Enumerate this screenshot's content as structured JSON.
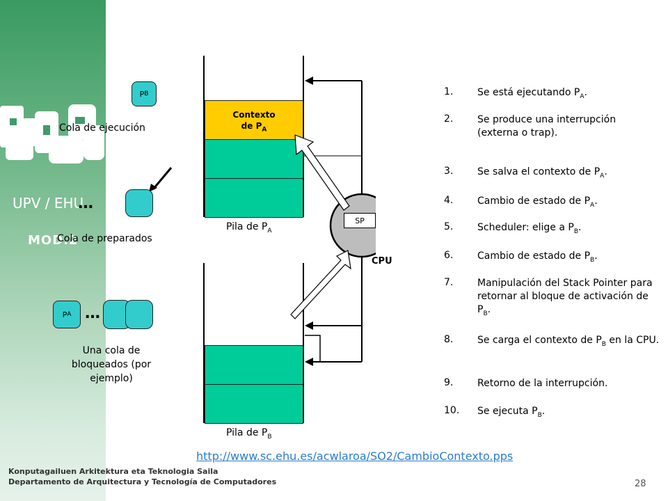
{
  "sidebar": {
    "logo_name": "UPV / EHU",
    "mod_label": "MOD.2"
  },
  "queues": {
    "run_queue_label": "Cola de ejecución",
    "ready_queue_label": "Cola de preparados",
    "blocked_queue_label": "Una cola de bloqueados (por ejemplo)",
    "ellipsis": "…",
    "pb_label": "P",
    "pb_sub": "B",
    "pa_label": "P",
    "pa_sub": "A"
  },
  "stacks": {
    "context_line1": "Contexto",
    "context_line2": "de P",
    "context_sub": "A",
    "stack_a_label": "Pila de P",
    "stack_a_sub": "A",
    "stack_b_label": "Pila de P",
    "stack_b_sub": "B",
    "sp_label": "SP",
    "cpu_label": "CPU"
  },
  "steps": [
    {
      "num": "1.",
      "text": "Se está ejecutando P",
      "sub": "A",
      "tail": "."
    },
    {
      "num": "2.",
      "text": "Se produce una interrupción (externa o trap).",
      "sub": "",
      "tail": ""
    },
    {
      "num": "3.",
      "text": "Se salva el contexto de P",
      "sub": "A",
      "tail": "."
    },
    {
      "num": "4.",
      "text": "Cambio de estado de P",
      "sub": "A",
      "tail": "."
    },
    {
      "num": "5.",
      "text": "Scheduler: elige a P",
      "sub": "B",
      "tail": "."
    },
    {
      "num": "6.",
      "text": "Cambio de estado de P",
      "sub": "B",
      "tail": "."
    },
    {
      "num": "7.",
      "text": "Manipulación del Stack Pointer para retornar al bloque de activación de P",
      "sub": "B",
      "tail": "."
    },
    {
      "num": "8.",
      "text": "Se carga el contexto de P",
      "sub": "B",
      "tail": " en la CPU."
    },
    {
      "num": "9.",
      "text": "Retorno de la interrupción.",
      "sub": "",
      "tail": ""
    },
    {
      "num": "10.",
      "text": "Se ejecuta P",
      "sub": "B",
      "tail": "."
    }
  ],
  "footer": {
    "url": "http://www.sc.ehu.es/acwlaroa/SO2/CambioContexto.pps",
    "line1": "Konputagailuen Arkitektura eta Teknologia Saila",
    "line2": "Departamento de Arquitectura y Tecnología de Computadores",
    "page_number": "28"
  }
}
